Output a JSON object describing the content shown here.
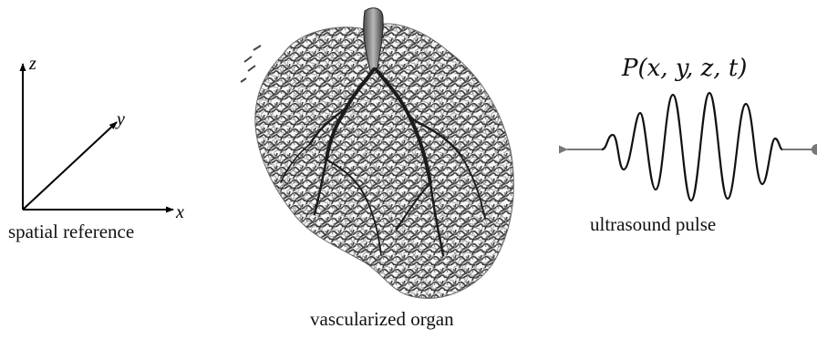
{
  "reference": {
    "caption": "spatial reference",
    "axes": {
      "x": "x",
      "y": "y",
      "z": "z"
    }
  },
  "organ": {
    "caption": "vascularized organ"
  },
  "pulse": {
    "formula": "P(x, y, z, t)",
    "caption": "ultrasound pulse"
  }
}
